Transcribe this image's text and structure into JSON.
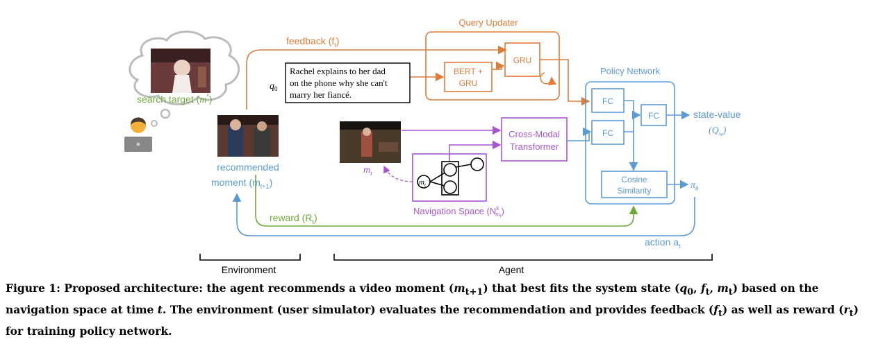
{
  "diagram": {
    "query_updater_title": "Query Updater",
    "feedback_label": "feedback (f",
    "feedback_sub": "t",
    "feedback_close": ")",
    "bert_gru_line1": "BERT +",
    "bert_gru_line2": "GRU",
    "gru_label": "GRU",
    "query_symbol": "q",
    "query_sub": "0",
    "query_text_line1": "Rachel explains to her dad",
    "query_text_line2": "on the phone why she can't",
    "query_text_line3": "marry her fiancé.",
    "search_target_label": "search target (",
    "search_target_m": "m",
    "search_target_star": "*",
    "search_target_close": ")",
    "recommended_line1": "recommended",
    "recommended_line2": "moment (m",
    "recommended_sub": "t+1",
    "recommended_close": ")",
    "m_t_symbol": "m",
    "m_t_sub": "t",
    "cross_modal_line1": "Cross-Modal",
    "cross_modal_line2": "Transformer",
    "nav_node_label": "m",
    "nav_node_sub": "t",
    "nav_space_label": "Navigation Space (N",
    "nav_space_sup": "k",
    "nav_space_sub": "m",
    "nav_space_subsub": "t",
    "nav_space_close": ")",
    "policy_title": "Policy Network",
    "fc1": "FC",
    "fc2": "FC",
    "fc3": "FC",
    "cosine_line1": "Cosine",
    "cosine_line2": "Similarity",
    "state_value_label": "state-value",
    "state_value_symbol": "(Q",
    "state_value_sub": "w",
    "state_value_close": ")",
    "policy_symbol": "π",
    "policy_sub": "θ",
    "reward_label": "reward (R",
    "reward_sub": "t",
    "reward_close": ")",
    "action_label": "action a",
    "action_sub": "t",
    "environment_label": "Environment",
    "agent_label": "Agent"
  },
  "caption": {
    "text": "Figure 1: Proposed architecture: the agent recommends a video moment (m_{t+1}) that best fits the system state (q_0, f_t, m_t) based on the navigation space at time t. The environment (user simulator) evaluates the recommendation and provides feedback (f_t) as well as reward (r_t) for training policy network."
  },
  "colors": {
    "orange": "#E07B39",
    "purple": "#A855D4",
    "blue": "#5B9BD5",
    "green": "#6FAA3C",
    "black": "#000000"
  }
}
